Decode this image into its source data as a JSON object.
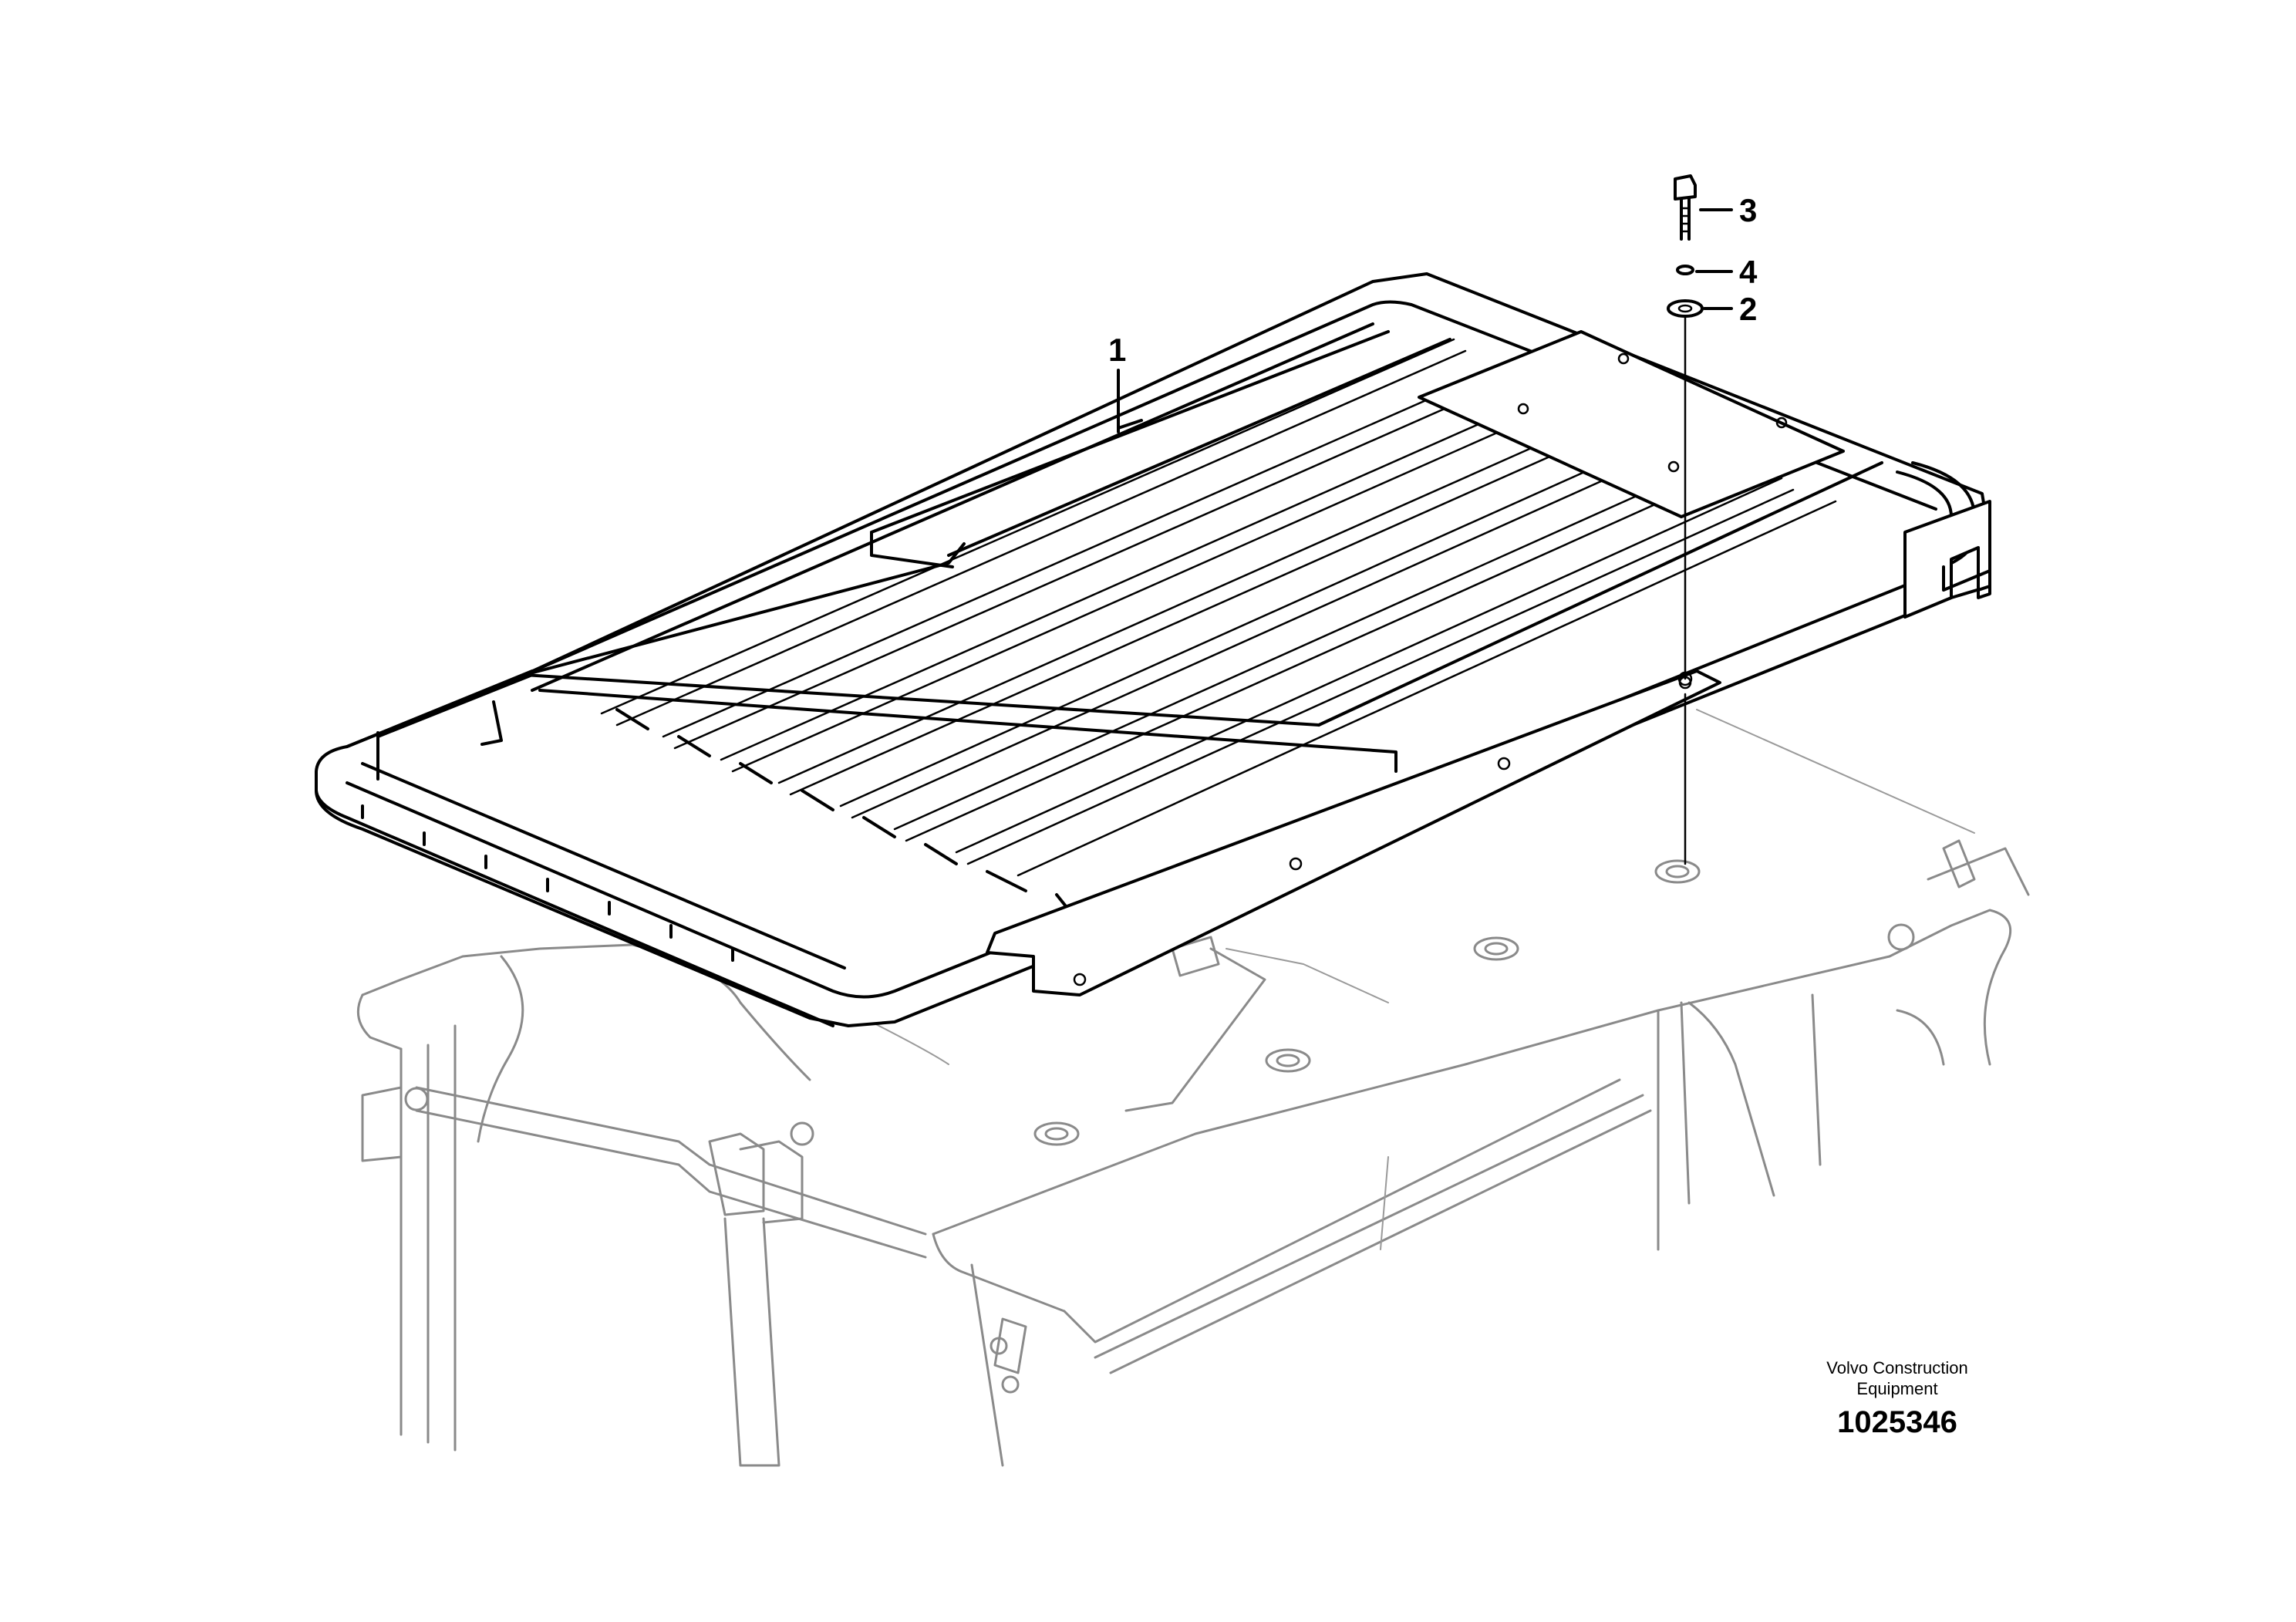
{
  "callouts": [
    {
      "id": "callout-1",
      "label": "1"
    },
    {
      "id": "callout-2",
      "label": "2"
    },
    {
      "id": "callout-3",
      "label": "3"
    },
    {
      "id": "callout-4",
      "label": "4"
    }
  ],
  "credit": {
    "company_line1": "Volvo Construction",
    "company_line2": "Equipment",
    "drawing_number": "1025346"
  }
}
